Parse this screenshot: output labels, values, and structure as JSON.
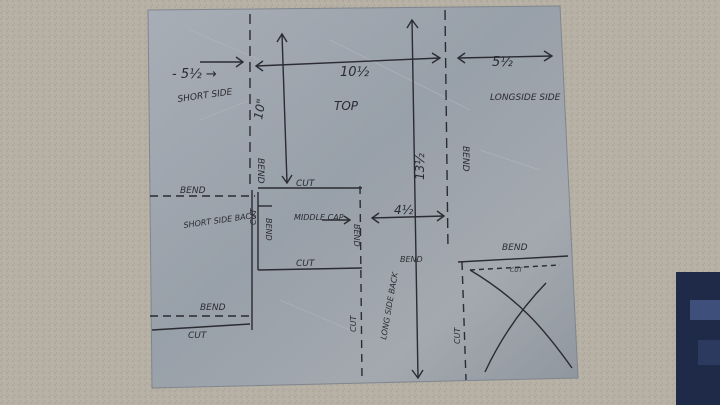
{
  "colors": {
    "floor": "#b7b1a5",
    "sheet": "#9ea5ad",
    "marker": "#2b2b33"
  },
  "labels": {
    "dim_short_side": "- 5½ →",
    "dim_top_width": "10½",
    "dim_long_side": "5½",
    "dim_top_height": "10\"",
    "dim_center_height": "13½",
    "dim_cap_width": "4½",
    "short_side": "SHORT SIDE",
    "top": "TOP",
    "long_side": "LONGSIDE SIDE",
    "bend_vertical_left": "BEND",
    "bend_vertical_right": "BEND",
    "bend_row_left": "BEND",
    "cut_top": "CUT",
    "middle_cap": "MIDDLE CAP",
    "short_side_back": "SHORT SIDE BACK",
    "cut_vertical_left": "CUT",
    "bend_small_left": "BEND",
    "bend_small_right": "BEND",
    "cut_bottom_middle": "CUT",
    "bend_center": "BEND",
    "bend_right_flap": "BEND",
    "cut_right_flap": "CUT",
    "bend_bottom_left": "BEND",
    "cut_bottom_left": "CUT",
    "long_side_back": "LONG SIDE BACK",
    "cut_vertical_center": "CUT",
    "cut_vertical_right": "CUT"
  }
}
